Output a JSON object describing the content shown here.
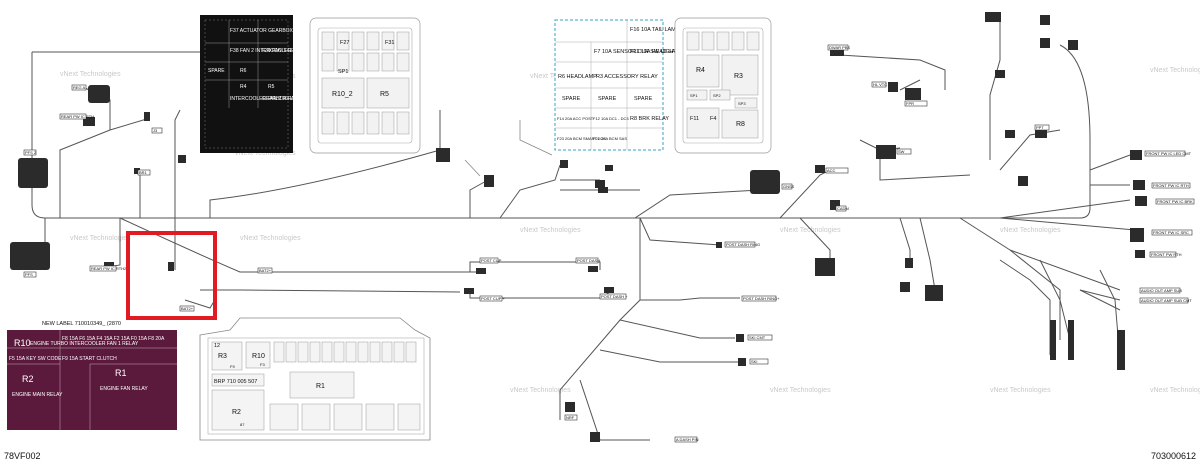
{
  "corner_labels": {
    "left": "78VF002",
    "right": "703000612"
  },
  "new_label": "NEW LABEL 710010349_ (2870",
  "watermark": "vNext Technologies",
  "connector_tags": [
    "REG A",
    "REAR PW IC RTH",
    "PFS 2",
    "RELAY A",
    "J3",
    "J4",
    "BR1",
    "REAR PW IC RTH2",
    "PFS",
    "BAT2+",
    "POST CUP",
    "POST CUP +",
    "POST DASH",
    "POST DASH +",
    "POST DASH RING",
    "POST DASH RING+",
    "FRONT PW IC LED CMT",
    "FRONT PW IC RTH",
    "FRONT PW IC BRK",
    "FRONT PW IC SRC",
    "FRONT PW RTH",
    "FRONT PW IC F",
    "AUDIO OUT AMP SUB",
    "AUDIO OUT AMP SUB CMT",
    "SKI",
    "SKI CMT",
    "NRF",
    "A DASH PIN",
    "SWI-BUS",
    "GNSS",
    "ACC",
    "CADM",
    "DWAR PBS",
    "HL VTC",
    "FPR",
    "SW",
    "SN AUR",
    "AUXP",
    "FSS",
    "PPT",
    "BATT+",
    "RN ACR ACC",
    "FRONT PW IC TUS",
    "TPS",
    "FP MO",
    "RDP"
  ],
  "top_dark_fusebox": {
    "cells": [
      "F37 ACTUATOR GEARBOX 20A",
      "F38 FAN 2 INTERCOOLER 20A",
      "F39 FAN 1 GEARBOX 15A",
      "SPARE",
      "R6",
      "R4",
      "INTERCOOLER FAN 2 RELAY",
      "R5",
      "GEARBOX FAN RELAY"
    ]
  },
  "top_dashed_fusebox": {
    "cells": [
      "F16 10A TAIL LAMP",
      "F7 10A SENSOR DLR SW LIGHT",
      "F11 10A HEAD LAMP",
      "R6 HEADLAMP",
      "R3 ACCESSORY RELAY",
      "SPARE",
      "SPARE",
      "SPARE",
      "F14 20A ACC POST",
      "F12 10A DC1 - DC3",
      "R8 BRK RELAY",
      "F23 20A BCM SMART LOK",
      "F22 20A BCM SAS"
    ]
  },
  "top_relay_block_1": {
    "labels": [
      "F27",
      "F31",
      "SP1",
      "R10_2",
      "R5"
    ]
  },
  "top_relay_block_2": {
    "labels": [
      "R4",
      "R3",
      "SP1",
      "SP2",
      "SP3",
      "F11",
      "F4",
      "R8"
    ]
  },
  "bottom_maroon_fusebox": {
    "top_row": "F8 15A  F6 15A  F4 15A  F2 15A  F0 15A  F8 20A",
    "r10_label": "R10",
    "r10_text": "ENGINE TURBO INTERCOOLER FAN 1 RELAY",
    "r2_label": "R2",
    "r2_text": "ENGINE MAIN RELAY",
    "r1_label": "R1",
    "r1_text": "ENGINE FAN RELAY",
    "small_1": "F5 15A KEY SW CODE",
    "small_2": "F9 15A START CLUTCH"
  },
  "bottom_relay_block": {
    "labels": [
      "12",
      "R10",
      "R3",
      "R1",
      "R2",
      "F9",
      "F3",
      "87",
      "BRP 710 005 507"
    ]
  },
  "colors": {
    "highlight": "#e01b24",
    "maroon": "#5b1a3c",
    "dark": "#111111",
    "dashed": "#3aa3c4"
  }
}
